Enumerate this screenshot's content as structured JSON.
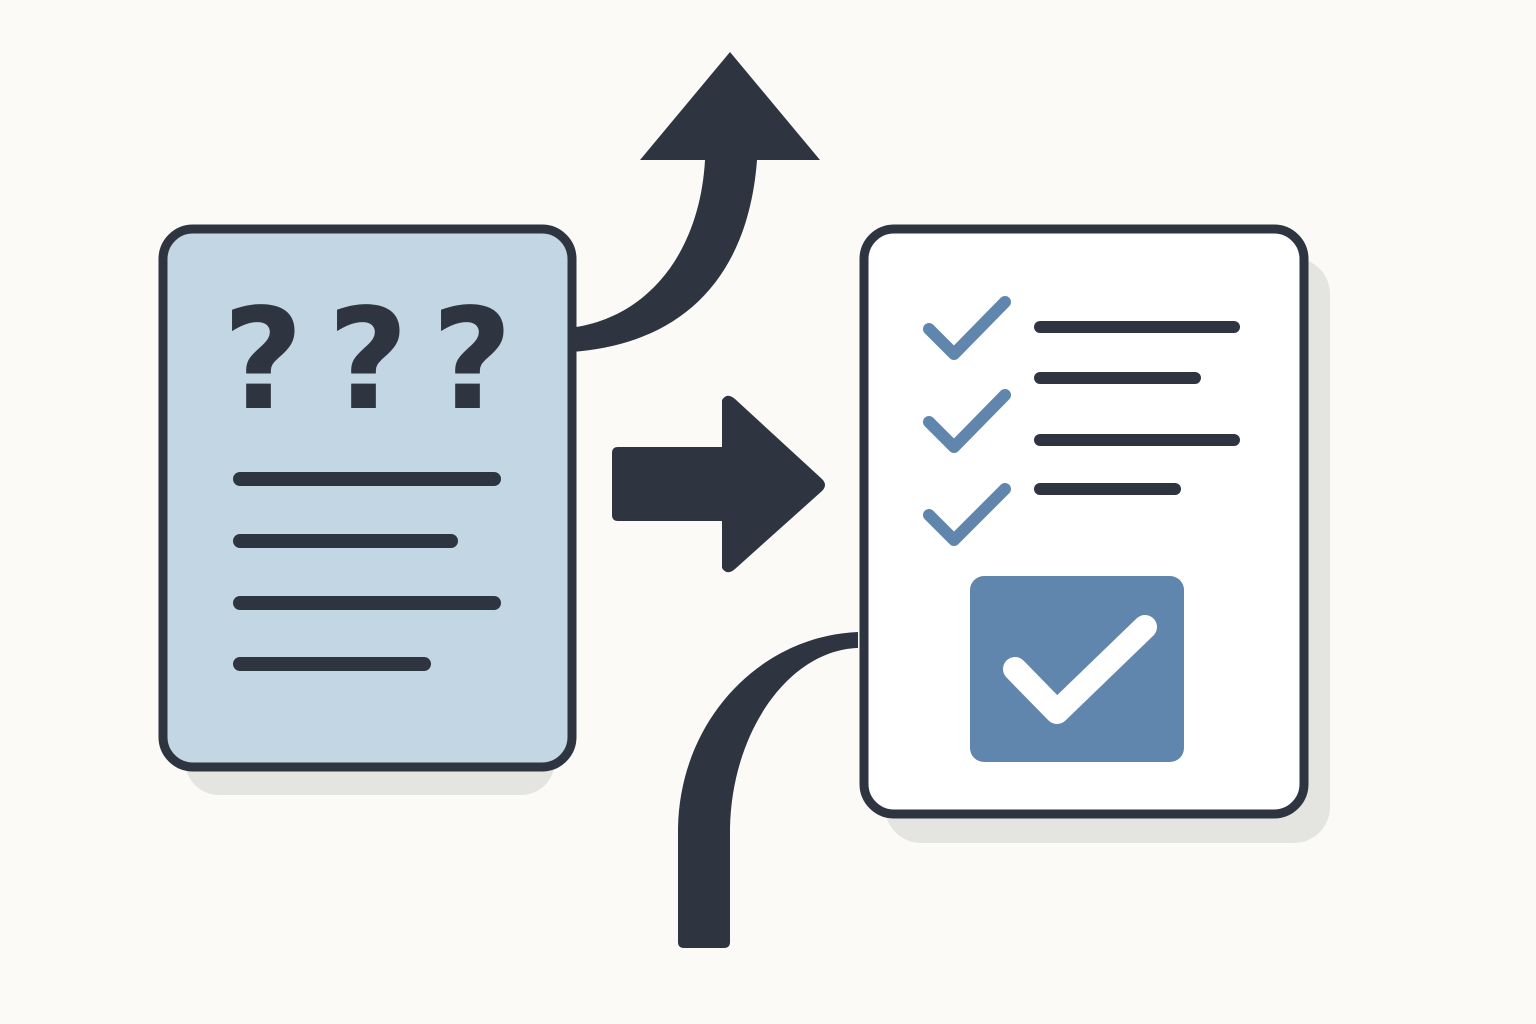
{
  "colors": {
    "background": "#fbfaf6",
    "ink": "#2e3540",
    "unclear_doc_fill": "#c3d6e3",
    "clear_doc_fill": "#ffffff",
    "accent": "#6186ad",
    "shadow": "#e4e4e1",
    "check_white": "#ffffff"
  },
  "unclear_document": {
    "icon": "question-mark-icon",
    "question_marks": [
      "?",
      "?",
      "?"
    ],
    "text_line_count": 4
  },
  "clear_document": {
    "checklist_item_count": 4,
    "checked_item_count": 3,
    "approval_icon": "checkbox-checked-icon"
  },
  "arrows": {
    "main": "right-arrow-icon",
    "diverging": "curved-up-arrow-icon",
    "incoming": "curved-incoming-arrow"
  }
}
